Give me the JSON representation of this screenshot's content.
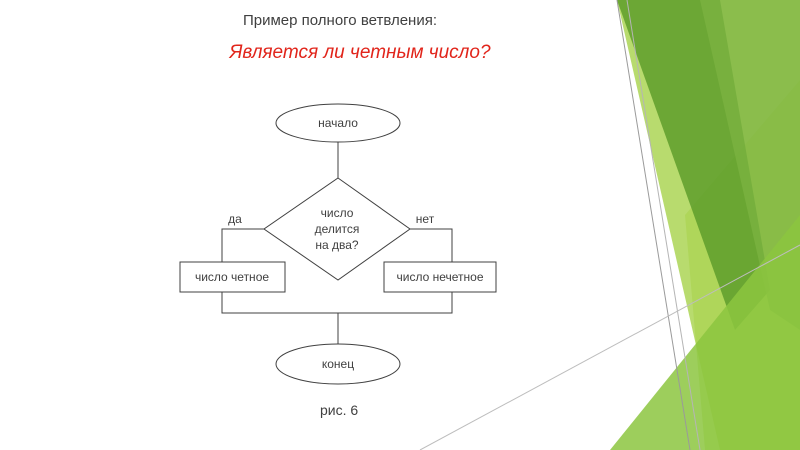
{
  "slide": {
    "heading": "Пример полного ветвления:",
    "question": "Является ли четным число?",
    "caption": "рис. 6"
  },
  "flowchart": {
    "start": "начало",
    "decision": [
      "число",
      "делится",
      "на два?"
    ],
    "yes_label": "да",
    "no_label": "нет",
    "yes_action": "число четное",
    "no_action": "число нечетное",
    "end": "конец"
  },
  "colors": {
    "heading_text": "#404040",
    "question_text": "#e1251b",
    "shape_stroke": "#404040",
    "shape_fill": "#ffffff",
    "accent_green_dark": "#5e9e2b",
    "accent_green": "#7cb342",
    "accent_green_light": "#a6d24a",
    "accent_green_pale": "#c9e28c"
  }
}
